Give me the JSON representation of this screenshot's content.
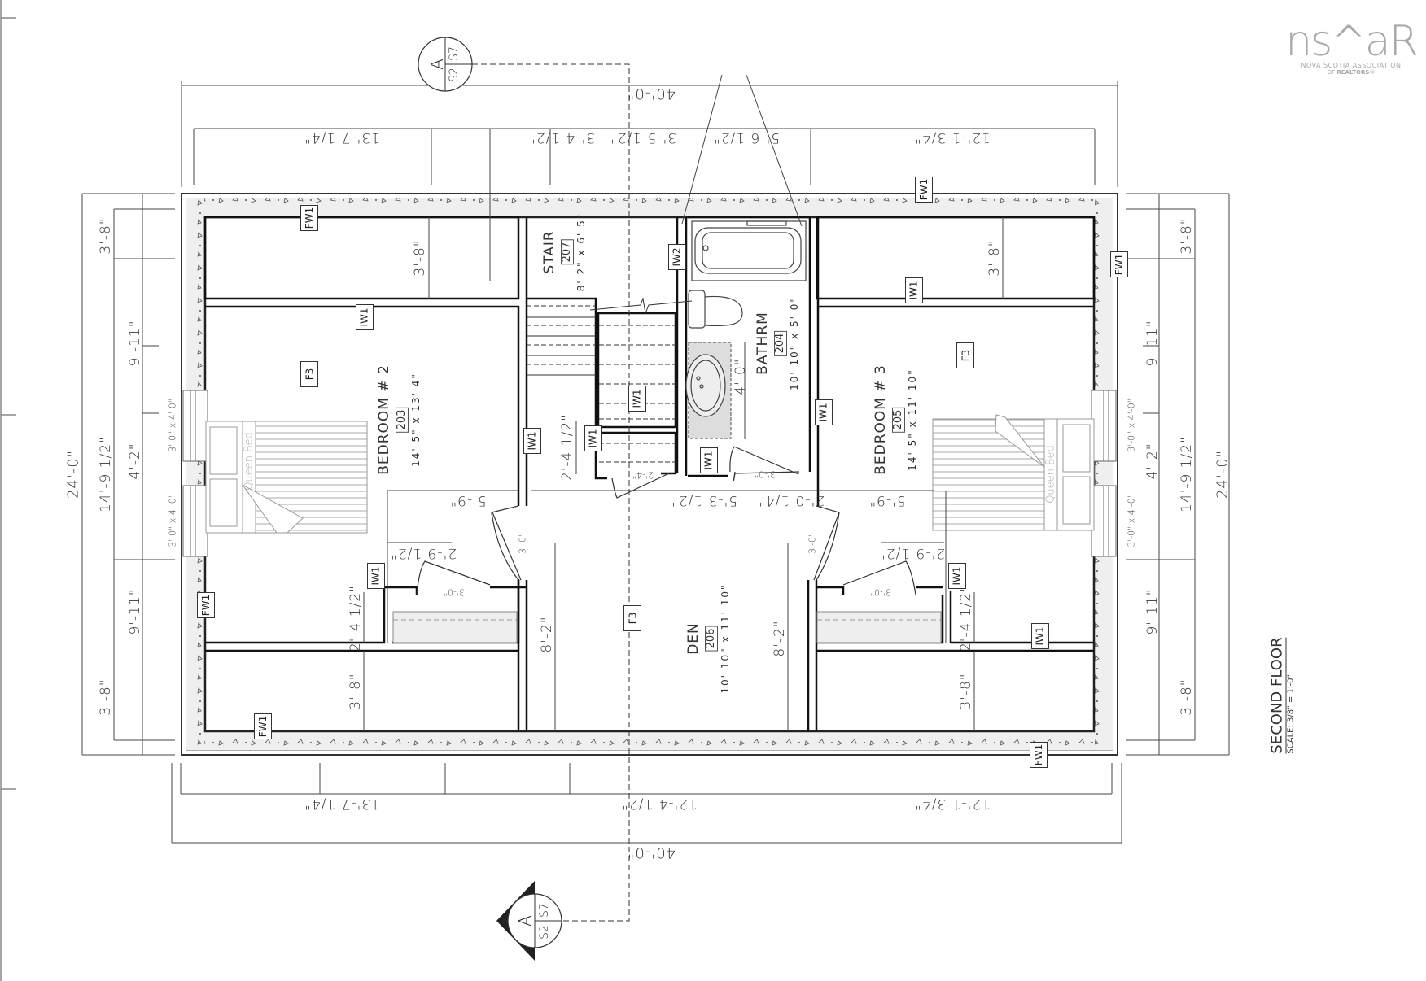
{
  "drawing": {
    "title": "SECOND FLOOR",
    "scale": "SCALE: 3/8\" = 1'-0\"",
    "logo": {
      "mark": "ns^aR",
      "line1": "NOVA SCOTIA ASSOCIATION",
      "line2_prefix": "OF",
      "line2_bold": "REALTORS",
      "line2_suffix": "®"
    },
    "section_markers": [
      {
        "letter": "A",
        "sheet": "S2",
        "ref": "S7",
        "position": "top"
      },
      {
        "letter": "A",
        "sheet": "S2",
        "ref": "S7",
        "position": "bottom"
      }
    ]
  },
  "rooms": [
    {
      "name": "BEDROOM # 2",
      "number": "203",
      "size": "14' 5\" x 13' 4\""
    },
    {
      "name": "BEDROOM # 3",
      "number": "205",
      "size": "14' 5\" x 11' 10\""
    },
    {
      "name": "BATHRM",
      "number": "204",
      "size": "10' 10\" x 5' 0\""
    },
    {
      "name": "DEN",
      "number": "206",
      "size": "10' 10\" x 11' 10\""
    },
    {
      "name": "STAIR",
      "number": "207",
      "size": "8' 2\" x 6' 5\""
    }
  ],
  "fixtures": {
    "bed_left": "Queen Bed",
    "bed_right": "Queen Bed"
  },
  "tags": {
    "fw1": "FW1",
    "iw1": "IW1",
    "iw2": "IW2",
    "f3": "F3"
  },
  "dimensions": {
    "top_overall": "40'-0\"",
    "top_segments": [
      "13'-7 1/4\"",
      "3'-4 1/2\"",
      "3'-5 1/2\"",
      "5'-6 1/2\"",
      "12'-1 3/4\""
    ],
    "bottom_overall": "40'-0\"",
    "bottom_segments": [
      "13'-7 1/4\"",
      "12'-4 1/2\"",
      "12'-1 3/4\""
    ],
    "left_overall": "24'-0\"",
    "left_mid": "14'-9 1/2\"",
    "left_segments": [
      "3'-8\"",
      "9'-11\"",
      "4'-2\"",
      "9'-11\"",
      "3'-8\""
    ],
    "right_overall": "24'-0\"",
    "right_mid": "14'-9 1/2\"",
    "right_segments": [
      "3'-8\"",
      "9'-11\"",
      "4'-2\"",
      "9'-11\"",
      "3'-8\""
    ],
    "windows": "3'-0\" x 4'-0\"",
    "closet_depth": "3'-8\"",
    "closet_width": "2'-9 1/2\"",
    "closet_side": "2'-4 1/2\"",
    "den_depth": "8'-2\"",
    "bed_hall": "5'-9\"",
    "door_3": "3'-0\"",
    "stair_landing": "2'-4 1/2\"",
    "stair_door": "2'-4\"",
    "hall_width": "5'-3 1/2\"",
    "hall_right": "2'-0 1/4\"",
    "vanity": "4'-0\""
  }
}
